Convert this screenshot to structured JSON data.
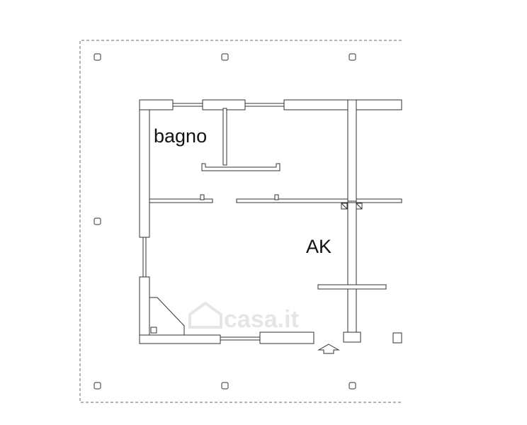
{
  "rooms": [
    {
      "id": "bagno",
      "label": "bagno"
    },
    {
      "id": "ak",
      "label": "AK"
    }
  ],
  "watermark": {
    "text": "casa.it"
  },
  "colors": {
    "wall_stroke": "#333333",
    "wall_fill": "#ffffff",
    "boundary": "#666666",
    "watermark": "#e6e6e6",
    "label": "#111111"
  }
}
